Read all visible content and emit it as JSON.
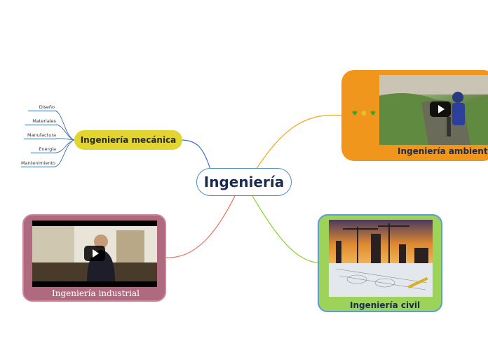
{
  "central_topic": "Ingeniería",
  "branches": {
    "mecanica": {
      "label": "Ingeniería mecánica",
      "color": "#e2d431",
      "subtopics": [
        "Diseño",
        "Materiales",
        "Manufactura",
        "Energía",
        "Mantenimiento"
      ]
    },
    "ambiental": {
      "label": "Ingeniería ambiental",
      "color": "#f0961c",
      "icons": [
        "green-heart-icon",
        "sun-face-icon",
        "green-heart-icon"
      ]
    },
    "industrial": {
      "label": "Ingeniería industrial",
      "color": "#b06a80"
    },
    "civil": {
      "label": "Ingeniería civil",
      "color": "#9ed35a"
    }
  },
  "connector_colors": {
    "mecanica": "#3a6ad0",
    "ambiental": "#f5a623",
    "industrial": "#f06a5a",
    "civil": "#7ed321"
  }
}
